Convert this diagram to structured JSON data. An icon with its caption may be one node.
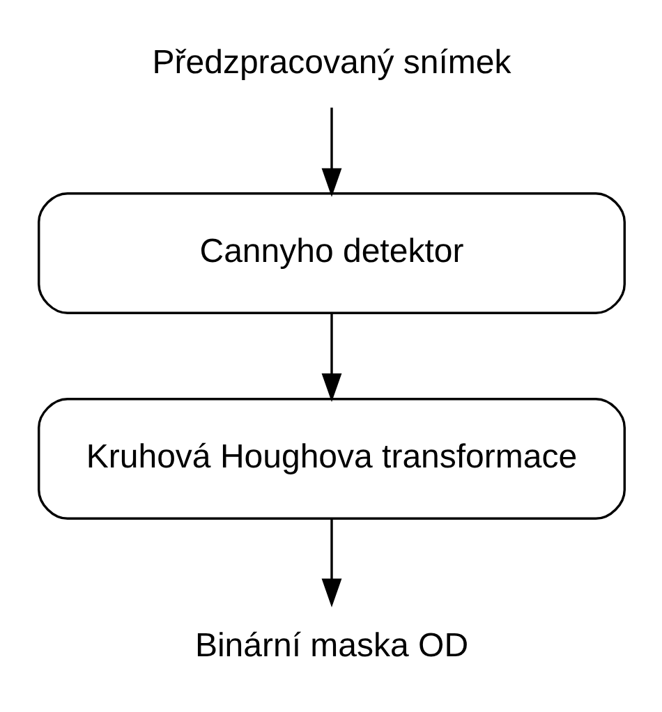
{
  "diagram": {
    "nodes": [
      {
        "text": [
          "Předzpracovaný snímek"
        ]
      },
      {
        "text": [
          "Cannyho detektor"
        ]
      },
      {
        "text": [
          "Kruhová Houghova transformace"
        ]
      },
      {
        "text": [
          "Binární maska OD"
        ]
      }
    ],
    "edges": [
      {
        "from": 0,
        "to": 1,
        "arrow": "to"
      },
      {
        "from": 1,
        "to": 2,
        "arrow": "to"
      },
      {
        "from": 2,
        "to": 3,
        "arrow": "to"
      }
    ]
  }
}
